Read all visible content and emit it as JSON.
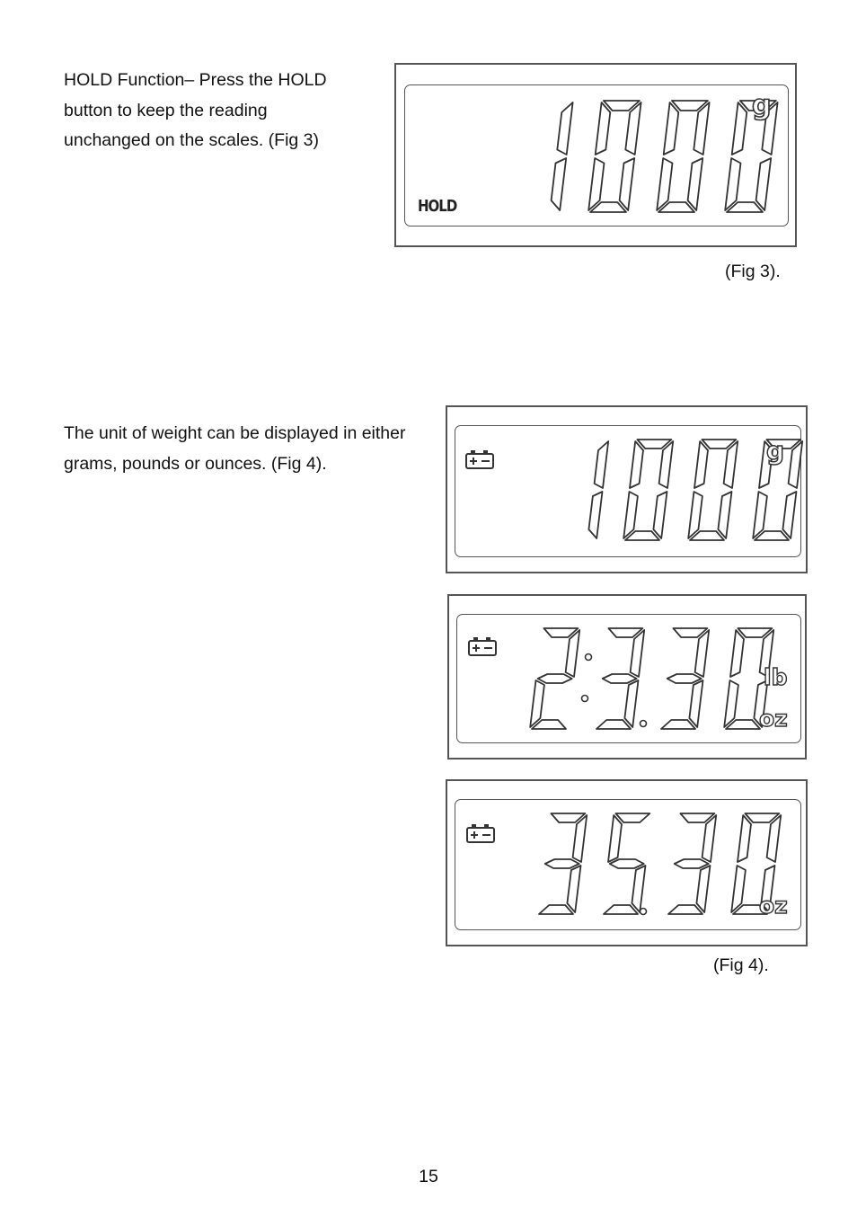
{
  "section_hold": {
    "lines": [
      "HOLD Function– Press the HOLD",
      "button to keep the reading",
      "unchanged on the scales. (Fig 3)"
    ],
    "caption": "(Fig 3)."
  },
  "section_units": {
    "lines": [
      "The unit of weight can be displayed in either",
      "grams, pounds or ounces. (Fig 4)."
    ],
    "caption": "(Fig 4)."
  },
  "displays": {
    "fig3": {
      "digits": "1000",
      "unit": "g",
      "indicator": "HOLD"
    },
    "fig4_grams": {
      "digits": "1000",
      "unit": "g",
      "indicator": "battery-icon"
    },
    "fig4_lb_oz": {
      "digits": "2330",
      "unit_top": "lb",
      "unit_bottom": "oz",
      "indicator": "battery-icon"
    },
    "fig4_oz": {
      "digits": "3530",
      "unit": "oz",
      "indicator": "battery-icon"
    }
  },
  "page_number": "15"
}
